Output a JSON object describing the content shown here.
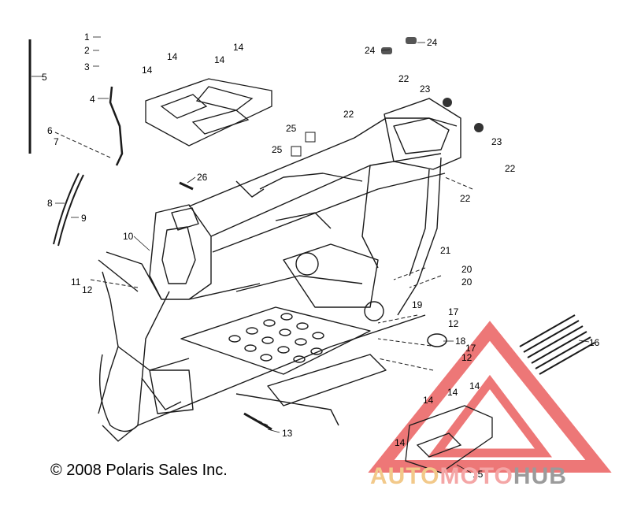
{
  "copyright": "© 2008 Polaris Sales Inc.",
  "watermark": {
    "part1": "AUTO",
    "part2": "MOTO",
    "part3": "HUB"
  },
  "callouts": {
    "c1": "1",
    "c2": "2",
    "c3": "3",
    "c4": "4",
    "c5": "5",
    "c6": "6",
    "c7": "7",
    "c8": "8",
    "c9": "9",
    "c10": "10",
    "c11": "11",
    "c12a": "12",
    "c12b": "12",
    "c12c": "12",
    "c13": "13",
    "c14a": "14",
    "c14b": "14",
    "c14c": "14",
    "c14d": "14",
    "c14e": "14",
    "c14f": "14",
    "c14g": "14",
    "c15": "15",
    "c16": "16",
    "c17a": "17",
    "c17b": "17",
    "c18": "18",
    "c19": "19",
    "c20a": "20",
    "c20b": "20",
    "c21": "21",
    "c22a": "22",
    "c22b": "22",
    "c22c": "22",
    "c22d": "22",
    "c23a": "23",
    "c23b": "23",
    "c24a": "24",
    "c24b": "24",
    "c25a": "25",
    "c25b": "25",
    "c26": "26"
  },
  "colors": {
    "line": "#1a1a1a",
    "watermark_red": "#e84a4a"
  }
}
